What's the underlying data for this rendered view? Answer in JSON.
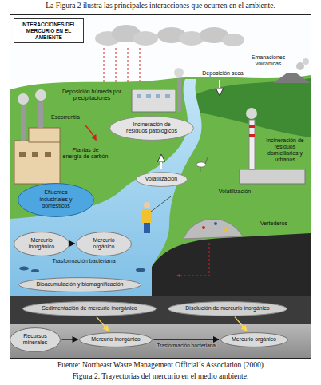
{
  "diagram": {
    "title": "INTERACCIONES DEL MERCURIO EN EL AMBIENTE",
    "caption": "Figura 2. Trayectorias del mercurio en el medio ambiente.",
    "nodes": [
      {
        "text": [
          "Incineración de residuos patológicos"
        ]
      },
      {
        "text": [
          "Volatilización"
        ]
      },
      {
        "text": [
          "Efluentes industriales y domésticos"
        ]
      },
      {
        "text": [
          "Mercurio inorgánico"
        ]
      },
      {
        "text": [
          "Mercurio orgánico"
        ]
      },
      {
        "text": [
          "Bioacumulación y biomagnificación"
        ]
      },
      {
        "text": [
          "Sedimentación de mercurio inorgánico"
        ]
      },
      {
        "text": [
          "Disolución de mercurio inorgánico"
        ]
      },
      {
        "text": [
          "Recursos minerales"
        ]
      },
      {
        "text": [
          "Mercurio inorgánico"
        ]
      },
      {
        "text": [
          "Mercurio orgánico"
        ]
      }
    ],
    "edges": [
      {
        "from": 3,
        "to": 4,
        "arrow": "to"
      },
      {
        "from": 6,
        "to": 9,
        "arrow": "to"
      },
      {
        "from": 7,
        "to": 10,
        "arrow": "to"
      },
      {
        "from": 8,
        "to": 9,
        "arrow": "to"
      },
      {
        "from": 9,
        "to": 10,
        "arrow": "to",
        "label": "Trasformación bacteriana"
      }
    ],
    "labels": [
      "La Figura 2 ilustra las principales interacciones que ocurren en el ambiente.",
      "Deposición seca",
      "Emanaciones volcánicas",
      "Deposición húmeda por precipitaciones",
      "Escorrentía",
      "Plantas de energía de carbón",
      "Incineración de residuos domiciliarios y urbanos",
      "Volatilización",
      "Vertederos",
      "Trasformación bacteriana",
      "Fuente: Northeast Waste Management Official´s Association (2000)"
    ]
  }
}
